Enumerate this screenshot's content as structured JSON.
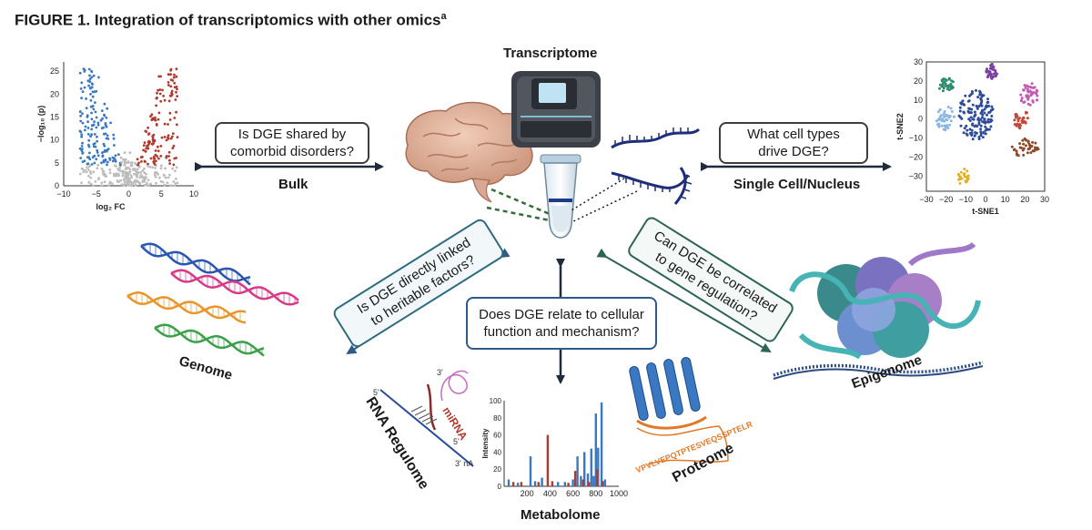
{
  "figure": {
    "title": "FIGURE 1.  Integration of transcriptomics with other omics",
    "title_sup": "a"
  },
  "labels": {
    "transcriptome": "Transcriptome",
    "bulk": "Bulk",
    "single_cell": "Single Cell/Nucleus",
    "genome": "Genome",
    "epigenome": "Epigenome",
    "rna_regulome": "RNA Regulome",
    "metabolome": "Metabolome",
    "proteome": "Proteome",
    "mirna": "miRNA",
    "peptide": "VPVLVEPQTPTESVEQSSPTELR"
  },
  "questions": {
    "bulk_q": [
      "Is DGE shared by",
      "comorbid disorders?"
    ],
    "single_q": [
      "What cell types",
      "drive DGE?"
    ],
    "genome_q": [
      "Is DGE directly linked",
      "to heritable factors?"
    ],
    "function_q": [
      "Does DGE relate to cellular",
      "function and mechanism?"
    ],
    "epigenome_q": [
      "Can DGE be correlated",
      "to gene regulation?"
    ]
  },
  "colors": {
    "arrow_dark": "#1f2b3d",
    "arrow_blue": "#2f5a8c",
    "arrow_teal": "#2e6458",
    "up": "#b03a2e",
    "down": "#3a78c2",
    "ns": "#bdbdbd"
  },
  "chart_data": [
    {
      "type": "scatter",
      "name": "volcano",
      "xlabel": "log₂ FC",
      "ylabel": "−log₁₀ (p)",
      "xlim": [
        -10,
        10
      ],
      "ylim": [
        0,
        27
      ],
      "xticks": [
        "−10",
        "−5",
        "0",
        "5",
        "10"
      ],
      "yticks": [
        "0",
        "5",
        "10",
        "15",
        "20",
        "25"
      ],
      "groups": [
        {
          "name": "down",
          "color": "#3a78c2"
        },
        {
          "name": "up",
          "color": "#b03a2e"
        },
        {
          "name": "not significant",
          "color": "#bdbdbd"
        }
      ]
    },
    {
      "type": "scatter",
      "name": "tsne",
      "xlabel": "t-SNE1",
      "ylabel": "t-SNE2",
      "xlim": [
        -30,
        30
      ],
      "ylim": [
        -38,
        30
      ],
      "xticks": [
        "−30",
        "−20",
        "−10",
        "0",
        "10",
        "20",
        "30"
      ],
      "yticks": [
        "−30",
        "−20",
        "−10",
        "0",
        "10",
        "20",
        "30"
      ],
      "clusters": [
        {
          "cx": -20,
          "cy": 18,
          "color": "#2e8b6e"
        },
        {
          "cx": 3,
          "cy": 25,
          "color": "#7b3fa0"
        },
        {
          "cx": 22,
          "cy": 13,
          "color": "#c25bb5"
        },
        {
          "cx": -20,
          "cy": 0,
          "color": "#8ab6e0"
        },
        {
          "cx": -5,
          "cy": 2,
          "color": "#2e4c9a"
        },
        {
          "cx": 18,
          "cy": 0,
          "color": "#c2483a"
        },
        {
          "cx": 20,
          "cy": -15,
          "color": "#8a4a2a"
        },
        {
          "cx": -12,
          "cy": -30,
          "color": "#e0b12a"
        }
      ]
    },
    {
      "type": "bar",
      "name": "metabolome spectrum",
      "ylabel": "Intensity",
      "xticks": [
        "200",
        "400",
        "600",
        "800",
        "1000"
      ],
      "yticks": [
        "0",
        "20",
        "40",
        "60",
        "80",
        "100"
      ],
      "xlim": [
        0,
        1000
      ],
      "ylim": [
        0,
        100
      ],
      "series": [
        {
          "color": "#3a78c2",
          "points": [
            [
              40,
              8
            ],
            [
              120,
              4
            ],
            [
              230,
              35
            ],
            [
              270,
              6
            ],
            [
              330,
              10
            ],
            [
              470,
              5
            ],
            [
              530,
              5
            ],
            [
              600,
              8
            ],
            [
              640,
              35
            ],
            [
              670,
              12
            ],
            [
              700,
              40
            ],
            [
              730,
              15
            ],
            [
              760,
              44
            ],
            [
              780,
              12
            ],
            [
              800,
              85
            ],
            [
              820,
              45
            ],
            [
              850,
              98
            ],
            [
              880,
              8
            ]
          ]
        },
        {
          "color": "#b03a2e",
          "points": [
            [
              80,
              5
            ],
            [
              150,
              5
            ],
            [
              300,
              5
            ],
            [
              380,
              60
            ],
            [
              420,
              6
            ],
            [
              560,
              4
            ],
            [
              620,
              18
            ],
            [
              690,
              8
            ],
            [
              740,
              5
            ],
            [
              810,
              20
            ],
            [
              860,
              6
            ]
          ]
        }
      ]
    }
  ]
}
